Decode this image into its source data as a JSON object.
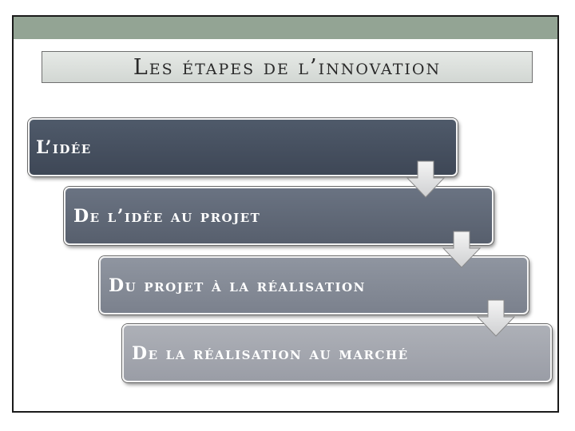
{
  "title": "Les étapes de l’innovation",
  "colors": {
    "band": "#93a494",
    "step1": "#454f5e",
    "step2": "#5f6877",
    "step3": "#848a96",
    "step4": "#a3a6ae",
    "arrow": "#dcdcdc"
  },
  "steps": [
    {
      "label": "L’idée"
    },
    {
      "label": "De l’idée au projet"
    },
    {
      "label": "Du projet à la réalisation"
    },
    {
      "label": "De la réalisation au marché"
    }
  ],
  "arrow_icon": "down-arrow-icon"
}
